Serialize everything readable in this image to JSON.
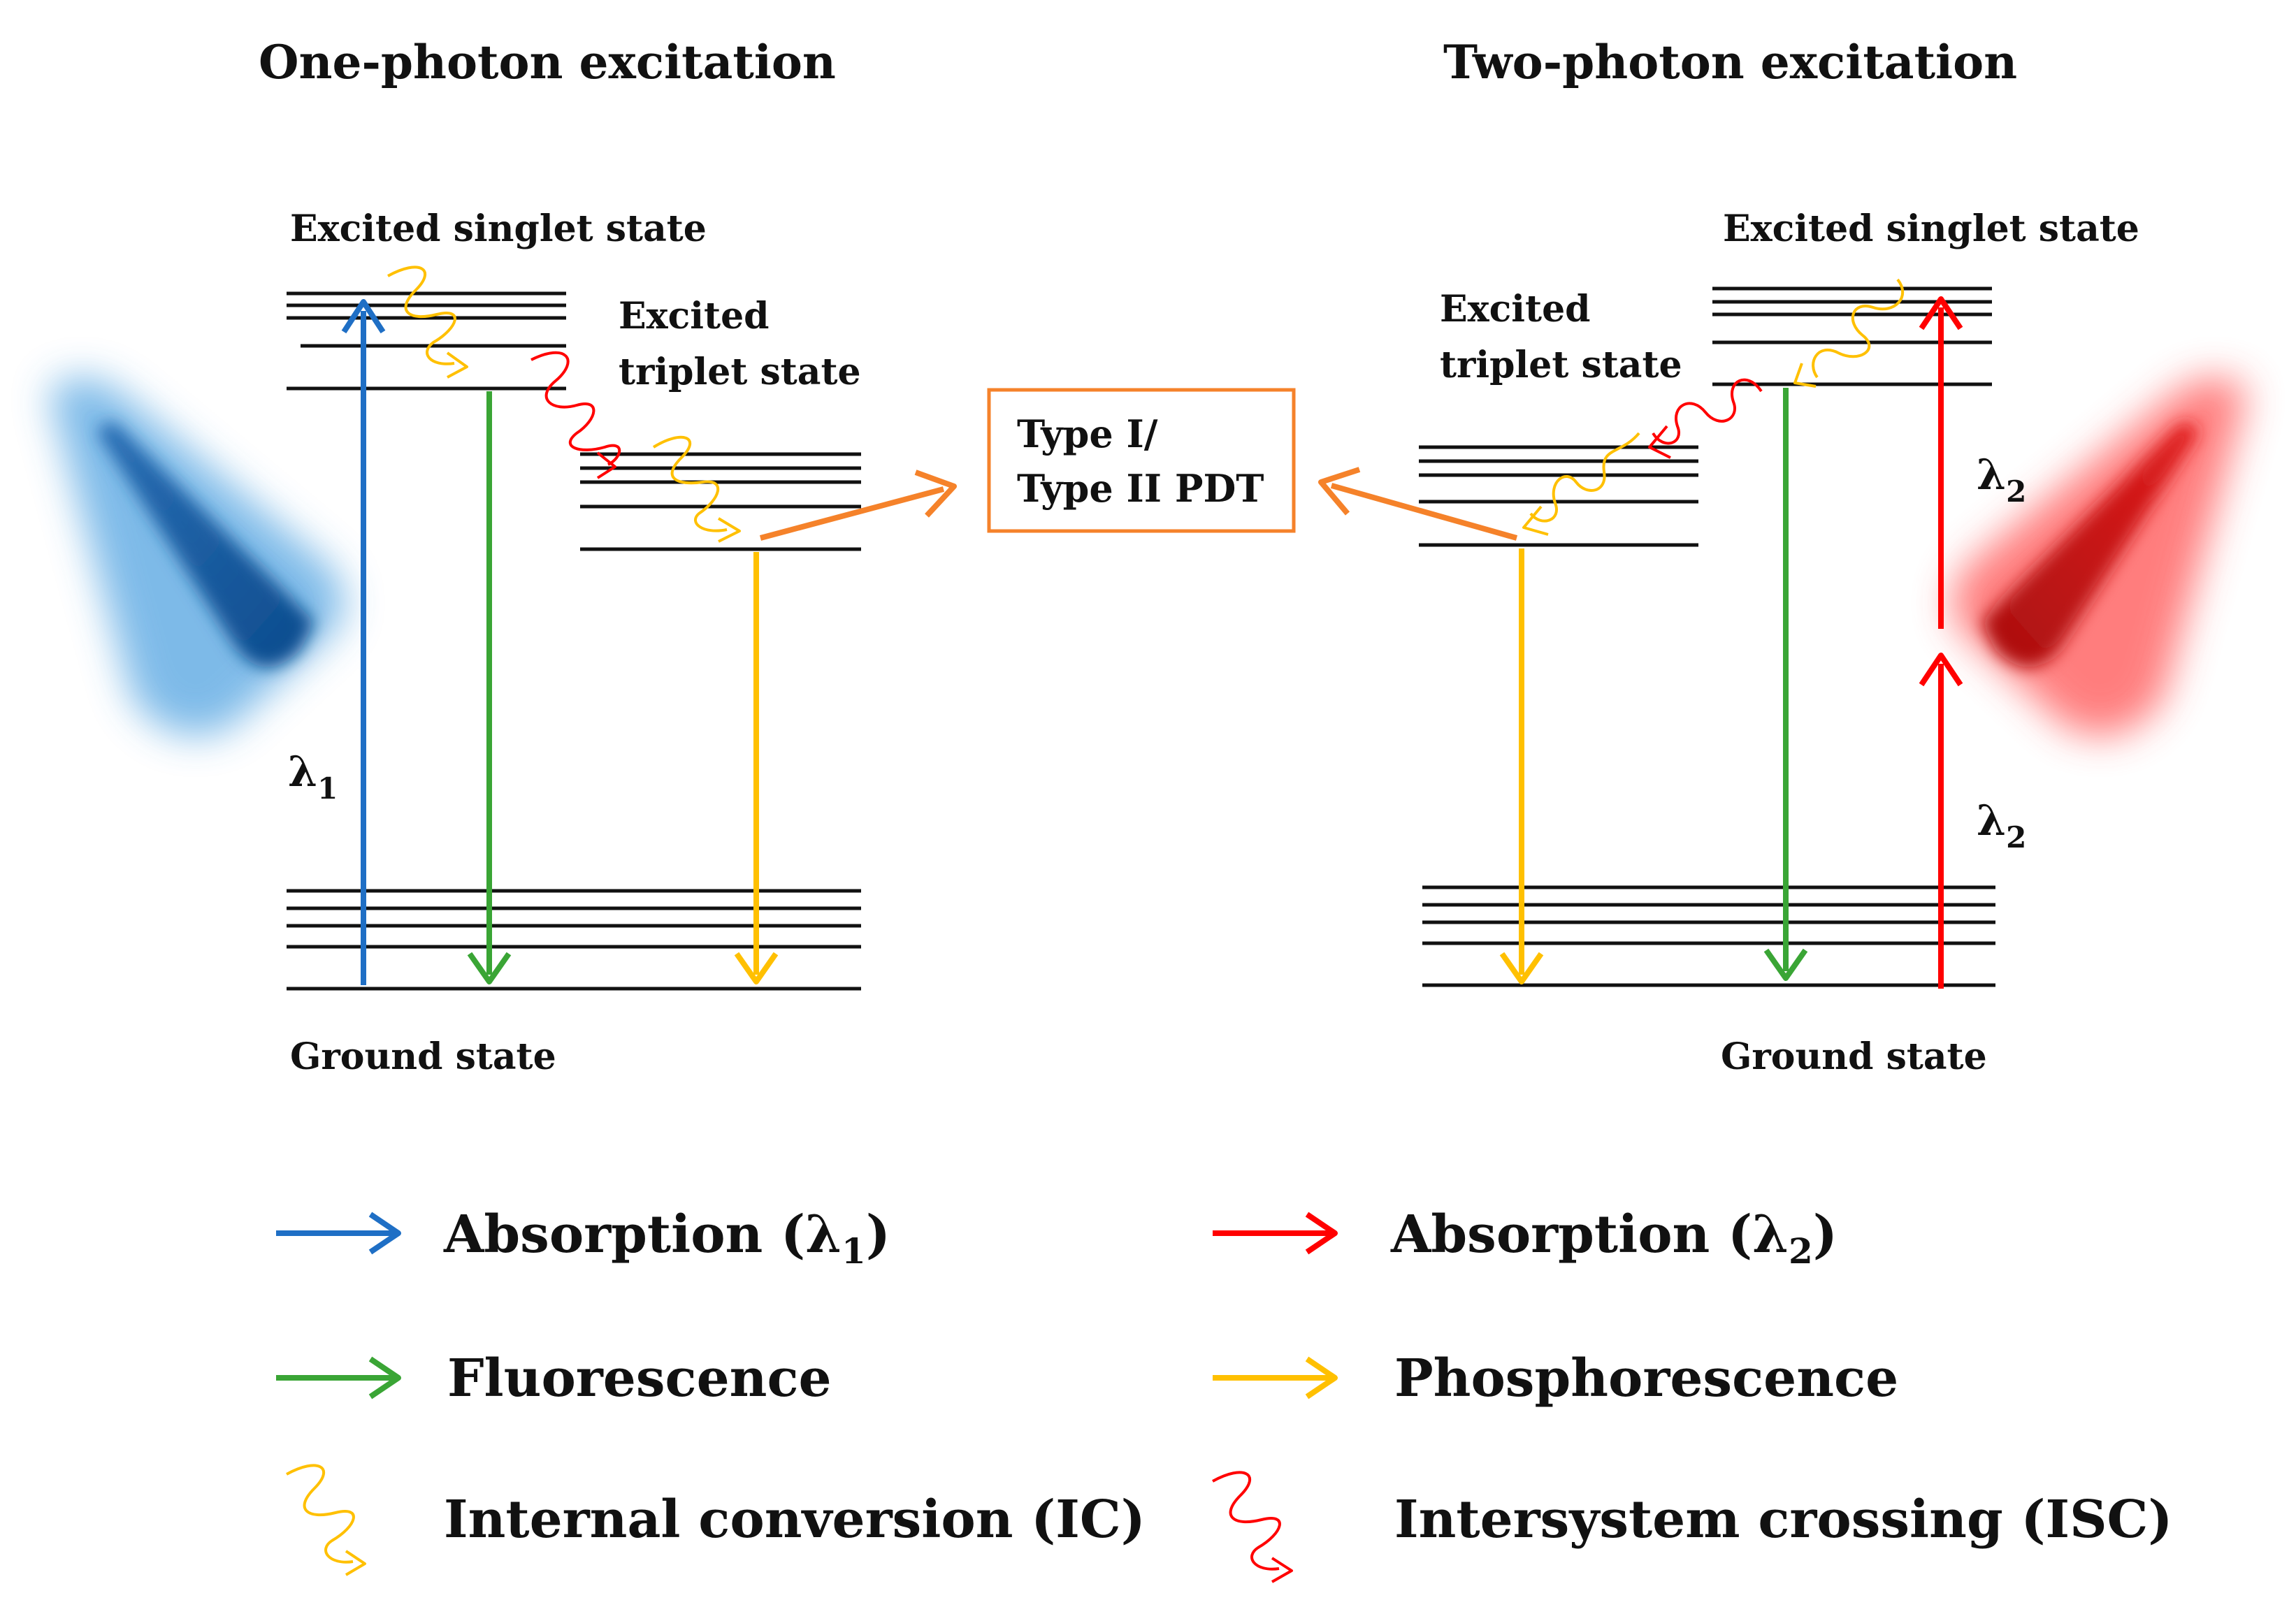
{
  "titles": {
    "left": "One-photon excitation",
    "right": "Two-photon excitation"
  },
  "left_panel": {
    "singlet_label": "Excited singlet state",
    "triplet_label_line1": "Excited",
    "triplet_label_line2": "triplet state",
    "ground_label": "Ground state",
    "lambda_symbol": "λ",
    "lambda_sub": "1"
  },
  "right_panel": {
    "singlet_label": "Excited singlet state",
    "triplet_label_line1": "Excited",
    "triplet_label_line2": "triplet state",
    "ground_label": "Ground state",
    "lambda_symbol": "λ",
    "lambda_sub": "2"
  },
  "pdt_box": {
    "line1": "Type I/",
    "line2": "Type II PDT"
  },
  "legend": {
    "absorption1": {
      "label": "Absorption (λ",
      "sub": "1",
      "close": ")"
    },
    "absorption2": {
      "label": "Absorption (λ",
      "sub": "2",
      "close": ")"
    },
    "fluorescence": {
      "label": "Fluorescence"
    },
    "phosphorescence": {
      "label": "Phosphorescence"
    },
    "ic": {
      "label": "Internal conversion (IC)"
    },
    "isc": {
      "label": "Intersystem crossing (ISC)"
    }
  },
  "colors": {
    "absorption_one_photon": "#1f6fc5",
    "absorption_two_photon": "#ff0000",
    "fluorescence": "#3aa535",
    "phosphorescence": "#ffc000",
    "internal_conversion": "#ffc000",
    "intersystem_crossing": "#ff0000",
    "pdt": "#f5822a",
    "text": "#111111"
  },
  "icons": {
    "left_light": "blue-light-beam-icon",
    "right_light": "red-light-beam-icon"
  }
}
